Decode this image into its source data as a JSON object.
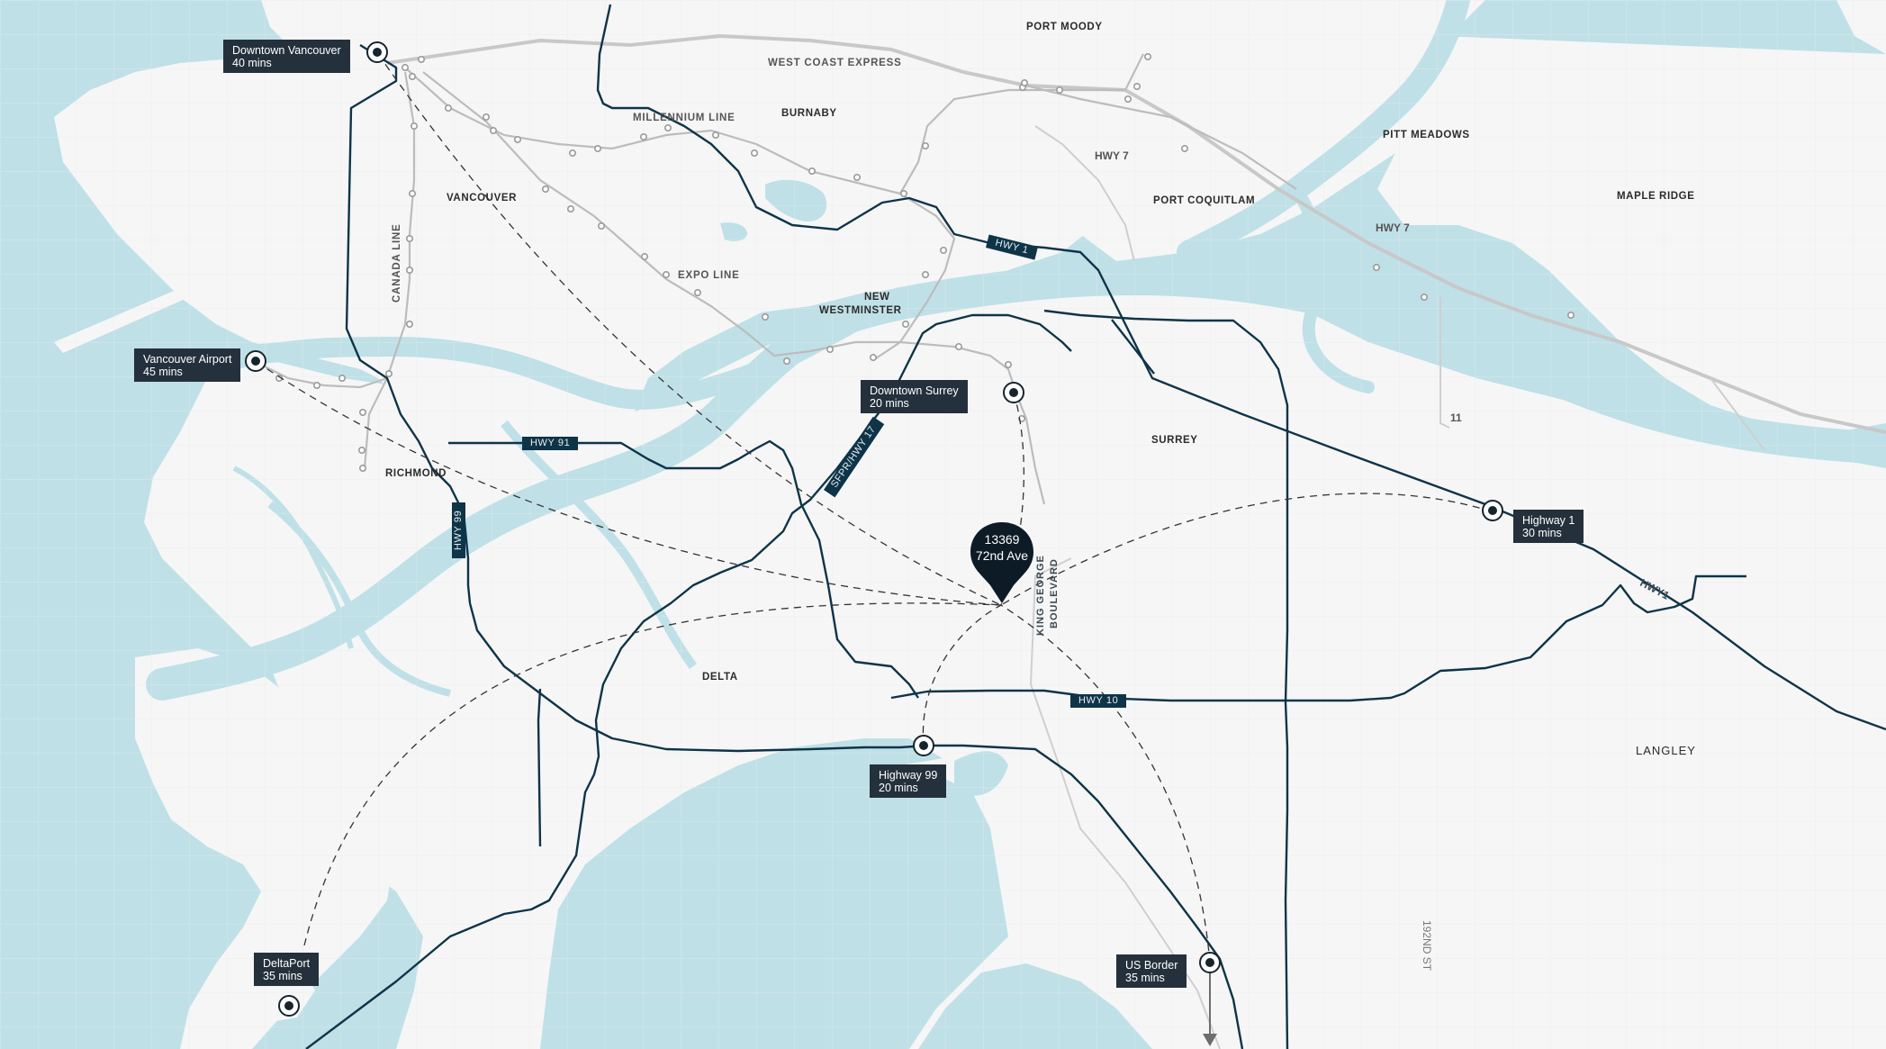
{
  "colors": {
    "water": "#bfe0e7",
    "land": "#f6f6f6",
    "highway": "#0e3448",
    "callout": "#24313c",
    "transit": "#bdbdbd",
    "pin": "#0d1b26"
  },
  "destination": {
    "line1": "13369",
    "line2": "72nd Ave",
    "icon": "map-pin-icon"
  },
  "places": {
    "port_moody": "PORT MOODY",
    "burnaby": "BURNABY",
    "pitt_meadows": "PITT MEADOWS",
    "maple_ridge": "MAPLE RIDGE",
    "port_coquitlam": "PORT COQUITLAM",
    "vancouver": "VANCOUVER",
    "new_westminster_1": "NEW",
    "new_westminster_2": "WESTMINSTER",
    "richmond": "RICHMOND",
    "surrey": "SURREY",
    "delta": "DELTA",
    "langley": "LANGLEY"
  },
  "transit_lines": {
    "west_coast_express": "WEST COAST EXPRESS",
    "millennium_line": "MILLENNIUM LINE",
    "expo_line": "EXPO LINE",
    "canada_line": "CANADA LINE"
  },
  "roads": {
    "hwy7_a": "HWY 7",
    "hwy7_b": "HWY 7",
    "route_11": "11",
    "hwy1_tag": "HWY 1",
    "hwy91_tag": "HWY 91",
    "hwy99_tag": "HWY 99",
    "hwy17_tag": "SFPR/HWY 17",
    "hwy10_tag": "HWY 10",
    "hwy1_label": "HWY1",
    "king_george_1": "KING GEORGE",
    "king_george_2": "BOULEVARD",
    "st192": "192ND ST"
  },
  "callouts": [
    {
      "id": "downtown-vancouver",
      "name": "Downtown Vancouver",
      "time": "40 mins"
    },
    {
      "id": "vancouver-airport",
      "name": "Vancouver Airport",
      "time": "45 mins"
    },
    {
      "id": "downtown-surrey",
      "name": "Downtown Surrey",
      "time": "20 mins"
    },
    {
      "id": "highway-1",
      "name": "Highway 1",
      "time": "30 mins"
    },
    {
      "id": "highway-99",
      "name": "Highway 99",
      "time": "20 mins"
    },
    {
      "id": "deltaport",
      "name": "DeltaPort",
      "time": "35 mins"
    },
    {
      "id": "us-border",
      "name": "US Border",
      "time": "35 mins"
    }
  ]
}
